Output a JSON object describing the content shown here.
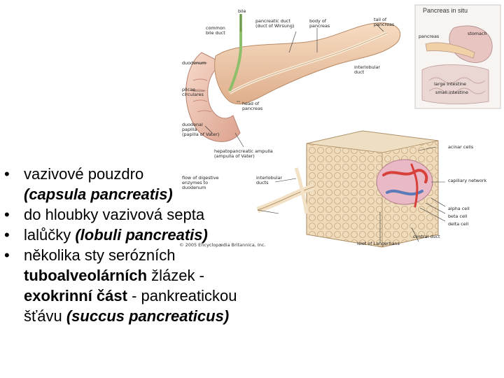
{
  "figure": {
    "labels": {
      "bile": "bile",
      "common_bile_duct": "common\nbile duct",
      "pancreatic_duct": "pancreatic duct\n(duct of Wirsung)",
      "body_of_pancreas": "body of\npancreas",
      "tail_of_pancreas": "tail of\npancreas",
      "duodenum": "duodenum",
      "interlobular_duct": "interlobular\nduct",
      "plicae_circulares": "plicae\ncirculares",
      "head_of_pancreas": "head of\npancreas",
      "duodenal_papilla": "duodenal\npapilla\n(papilla of Vater)",
      "hepatopancreatic_ampulla": "hepatopancreatic ampulla\n(ampulla of Vater)",
      "flow_of_digestive_enzymes": "flow of digestive\nenzymes to\nduodenum",
      "interlobular_ducts": "interlobular\nducts",
      "acinar_cells": "acinar cells",
      "capillary_network": "capillary network",
      "alpha_cell": "alpha cell",
      "beta_cell": "beta cell",
      "delta_cell": "delta cell",
      "islet_of_langerhans": "islet of Langerhans",
      "central_duct": "central duct",
      "inset_title": "Pancreas in situ",
      "inset_stomach": "stomach",
      "inset_pancreas": "pancreas",
      "inset_large_intestine": "large intestine",
      "inset_small_intestine": "small intestine"
    },
    "copyright": "© 2005 Encyclopædia Britannica, Inc."
  },
  "bullets": [
    {
      "marker": "•",
      "parts": [
        {
          "text": "vazivové pouzdro",
          "style": "normal"
        }
      ],
      "line2": [
        {
          "text": "(capsula pancreatis)",
          "style": "bold-italic"
        }
      ]
    },
    {
      "marker": "•",
      "parts": [
        {
          "text": "do hloubky vazivová septa",
          "style": "normal"
        }
      ]
    },
    {
      "marker": "•",
      "parts": [
        {
          "text": "lalůčky ",
          "style": "normal"
        },
        {
          "text": "(lobuli pancreatis)",
          "style": "bold-italic"
        }
      ]
    },
    {
      "marker": "•",
      "parts": [
        {
          "text": "několika sty serózních",
          "style": "normal"
        }
      ],
      "line2": [
        {
          "text": "tuboalveolárních",
          "style": "bold"
        },
        {
          "text": " žlázek -",
          "style": "normal"
        }
      ],
      "line3": [
        {
          "text": "exokrinní část",
          "style": "bold"
        },
        {
          "text": " - pankreatickou",
          "style": "normal"
        }
      ],
      "line4": [
        {
          "text": "šťávu ",
          "style": "normal"
        },
        {
          "text": "(succus pancreaticus)",
          "style": "bold-italic"
        }
      ]
    }
  ],
  "colors": {
    "pancreas": "#efc9a8",
    "duodenum": "#f2c6b4",
    "tissue_block": "#f0ddc0",
    "islet": "#e9b9c6",
    "capillary_red": "#d8403a",
    "capillary_blue": "#5a7ab8",
    "bile_green": "#8fbf6a"
  }
}
